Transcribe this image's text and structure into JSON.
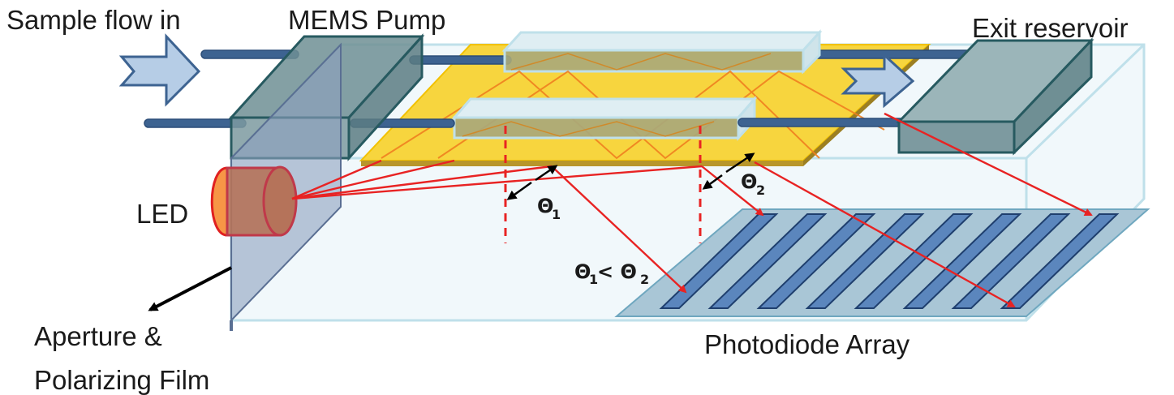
{
  "labels": {
    "sample_flow_in": "Sample flow in",
    "mems_pump": "MEMS Pump",
    "exit_reservoir": "Exit reservoir",
    "led": "LED",
    "aperture_line1": "Aperture &",
    "aperture_line2": "Polarizing Film",
    "photodiode_array": "Photodiode Array",
    "theta1_symbol": "Θ",
    "theta1_sub": "1",
    "theta2_symbol": "Θ",
    "theta2_sub": "2",
    "compare_theta_a": "Θ",
    "compare_sub_a": "1",
    "compare_lt": "< Θ",
    "compare_sub_b": "2"
  },
  "colors": {
    "chip_fill": "#f7d53e",
    "chip_edge": "#b8962a",
    "channel_fill": "#a9a87a",
    "channel_edge": "#bfe0ea",
    "tube": "#3d6391",
    "pump_fill": "#6f8f94",
    "pump_edge": "#275a60",
    "led_fill": "#f79646",
    "led_edge": "#e02020",
    "ray": "#e82323",
    "photodiode_fill": "#5b86bd",
    "photodiode_edge": "#1f3f6e",
    "box_edge": "#bfe0ea",
    "arrow_fill": "#b6cde6",
    "arrow_edge": "#3d6391"
  }
}
